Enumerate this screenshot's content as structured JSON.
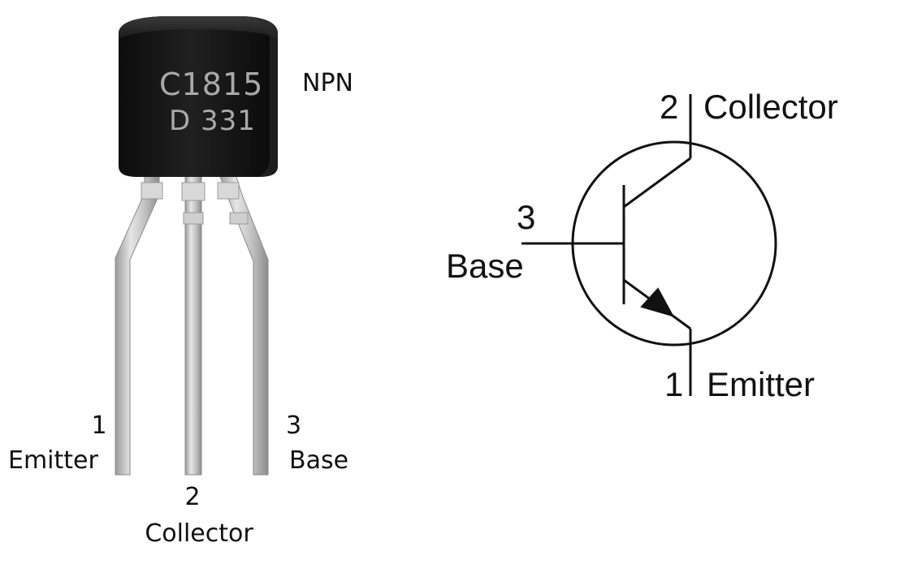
{
  "component": {
    "marking_line1": "C1815",
    "marking_line2": "D 331",
    "polarity": "NPN"
  },
  "photo_pins": [
    {
      "number": "1",
      "name": "Emitter"
    },
    {
      "number": "2",
      "name": "Collector"
    },
    {
      "number": "3",
      "name": "Base"
    }
  ],
  "symbol_pins": {
    "collector": {
      "number": "2",
      "name": "Collector"
    },
    "base": {
      "number": "3",
      "name": "Base"
    },
    "emitter": {
      "number": "1",
      "name": "Emitter"
    }
  },
  "colors": {
    "package": "#151515",
    "lead": "#c4c4c4",
    "marking": "#a9a9a9",
    "line": "#111111"
  }
}
